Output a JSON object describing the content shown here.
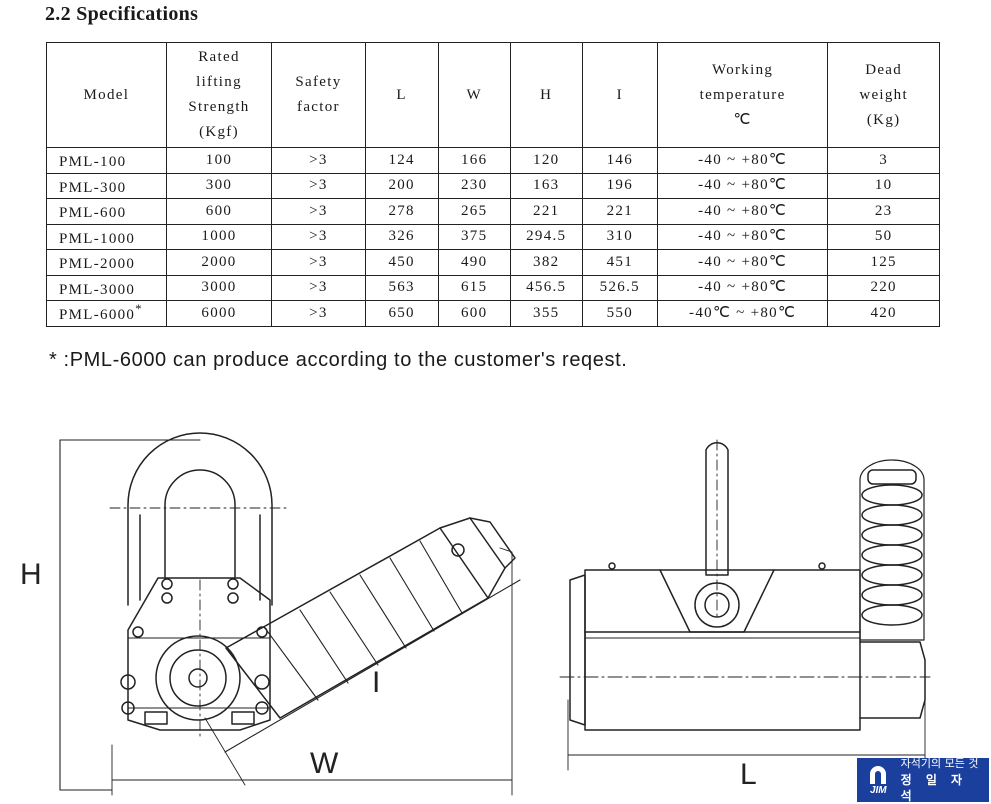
{
  "section_title": "2.2 Specifications",
  "table": {
    "headers": {
      "model": "Model",
      "rated_lines": [
        "Rated",
        "lifting",
        "Strength",
        "(Kgf)"
      ],
      "safety_lines": [
        "Safety",
        "factor"
      ],
      "L": "L",
      "W": "W",
      "H": "H",
      "I": "I",
      "temp_lines": [
        "Working",
        "temperature",
        "℃"
      ],
      "dead_lines": [
        "Dead",
        "weight",
        "(Kg)"
      ]
    },
    "rows": [
      {
        "model": "PML-100",
        "sup": "",
        "rated": "100",
        "safety": ">3",
        "L": "124",
        "W": "166",
        "H": "120",
        "I": "146",
        "temp": "-40 ~ +80℃",
        "dead": "3"
      },
      {
        "model": "PML-300",
        "sup": "",
        "rated": "300",
        "safety": ">3",
        "L": "200",
        "W": "230",
        "H": "163",
        "I": "196",
        "temp": "-40 ~ +80℃",
        "dead": "10"
      },
      {
        "model": "PML-600",
        "sup": "",
        "rated": "600",
        "safety": ">3",
        "L": "278",
        "W": "265",
        "H": "221",
        "I": "221",
        "temp": "-40 ~ +80℃",
        "dead": "23"
      },
      {
        "model": "PML-1000",
        "sup": "",
        "rated": "1000",
        "safety": ">3",
        "L": "326",
        "W": "375",
        "H": "294.5",
        "I": "310",
        "temp": "-40 ~ +80℃",
        "dead": "50"
      },
      {
        "model": "PML-2000",
        "sup": "",
        "rated": "2000",
        "safety": ">3",
        "L": "450",
        "W": "490",
        "H": "382",
        "I": "451",
        "temp": "-40 ~ +80℃",
        "dead": "125"
      },
      {
        "model": "PML-3000",
        "sup": "",
        "rated": "3000",
        "safety": ">3",
        "L": "563",
        "W": "615",
        "H": "456.5",
        "I": "526.5",
        "temp": "-40 ~ +80℃",
        "dead": "220"
      },
      {
        "model": "PML-6000",
        "sup": "*",
        "rated": "6000",
        "safety": ">3",
        "L": "650",
        "W": "600",
        "H": "355",
        "I": "550",
        "temp": "-40℃ ~ +80℃",
        "dead": "420"
      }
    ]
  },
  "note": "* :PML-6000 can produce according to the customer's reqest.",
  "drawing_labels": {
    "H": "H",
    "I": "I",
    "W": "W",
    "L": "L"
  },
  "badge": {
    "logo_text": "JIM",
    "line1": "자석기의 모든 것",
    "line2": "정 일 자 석"
  },
  "colors": {
    "badge_bg": "#1a3f9c",
    "ink": "#222222"
  }
}
